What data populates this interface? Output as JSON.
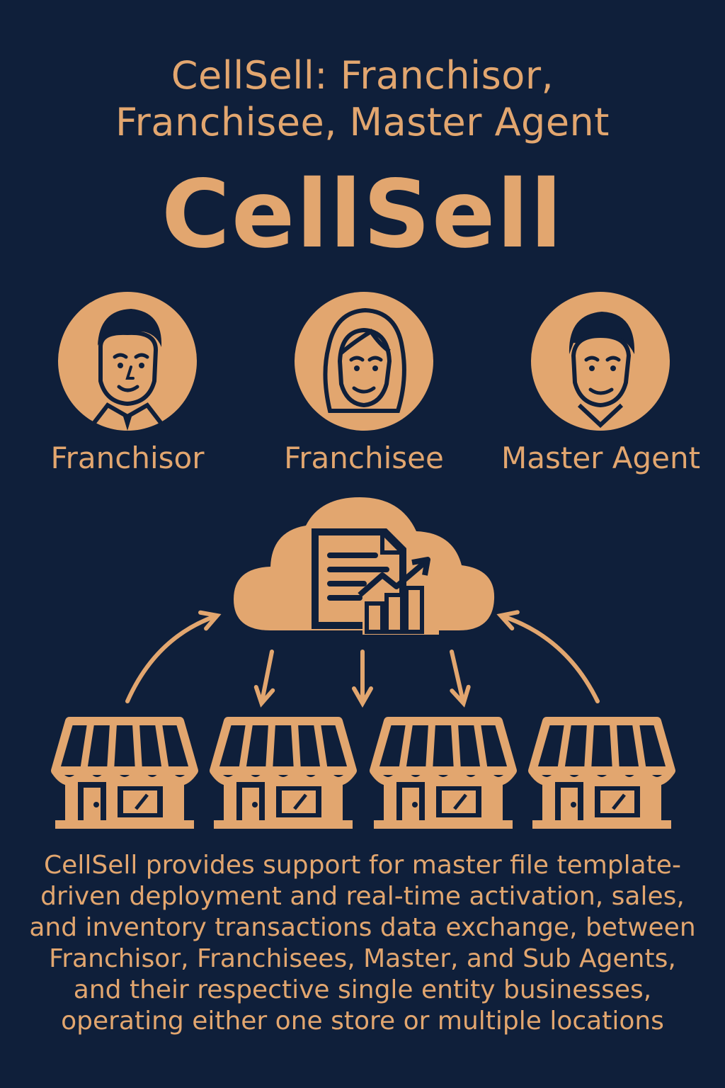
{
  "header": {
    "title_line1": "CellSell: Franchisor,",
    "title_line2": "Franchisee, Master Agent",
    "brand": "CellSell"
  },
  "roles": [
    {
      "label": "Franchisor",
      "icon": "man-with-tie-avatar-icon"
    },
    {
      "label": "Franchisee",
      "icon": "woman-avatar-icon"
    },
    {
      "label": "Master Agent",
      "icon": "man-avatar-icon"
    }
  ],
  "diagram": {
    "hub_icon": "cloud-document-chart-icon",
    "store_icon": "storefront-icon",
    "store_count": 4
  },
  "description": {
    "lines": [
      "CellSell provides support for master file template-",
      "driven deployment and real-time activation, sales,",
      "and inventory transactions data exchange, between",
      "Franchisor, Franchisees, Master, and Sub Agents,",
      "and their respective single entity businesses,",
      "operating either one store or multiple locations"
    ]
  },
  "colors": {
    "background": "#0f1f3a",
    "accent": "#e2a66f"
  }
}
